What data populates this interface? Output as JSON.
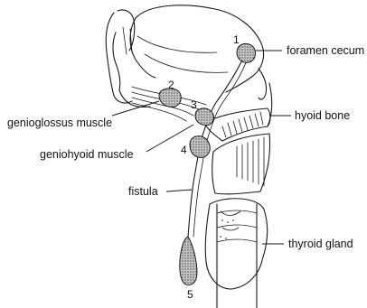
{
  "labels": {
    "foramen_cecum": "foramen cecum",
    "hyoid_bone": "hyoid bone",
    "genioglossus_muscle": "genioglossus muscle",
    "geniohyoid_muscle": "geniohyoid muscle",
    "fistula": "fistula",
    "thyroid_gland": "thyroid  gland"
  },
  "numbers": {
    "n1": "1",
    "n2": "2",
    "n3": "3",
    "n4": "4",
    "n5": "5"
  },
  "colors": {
    "ink": "#1a1a1a",
    "stipple_fill": "#bcbcbc",
    "background": "#ffffff"
  }
}
